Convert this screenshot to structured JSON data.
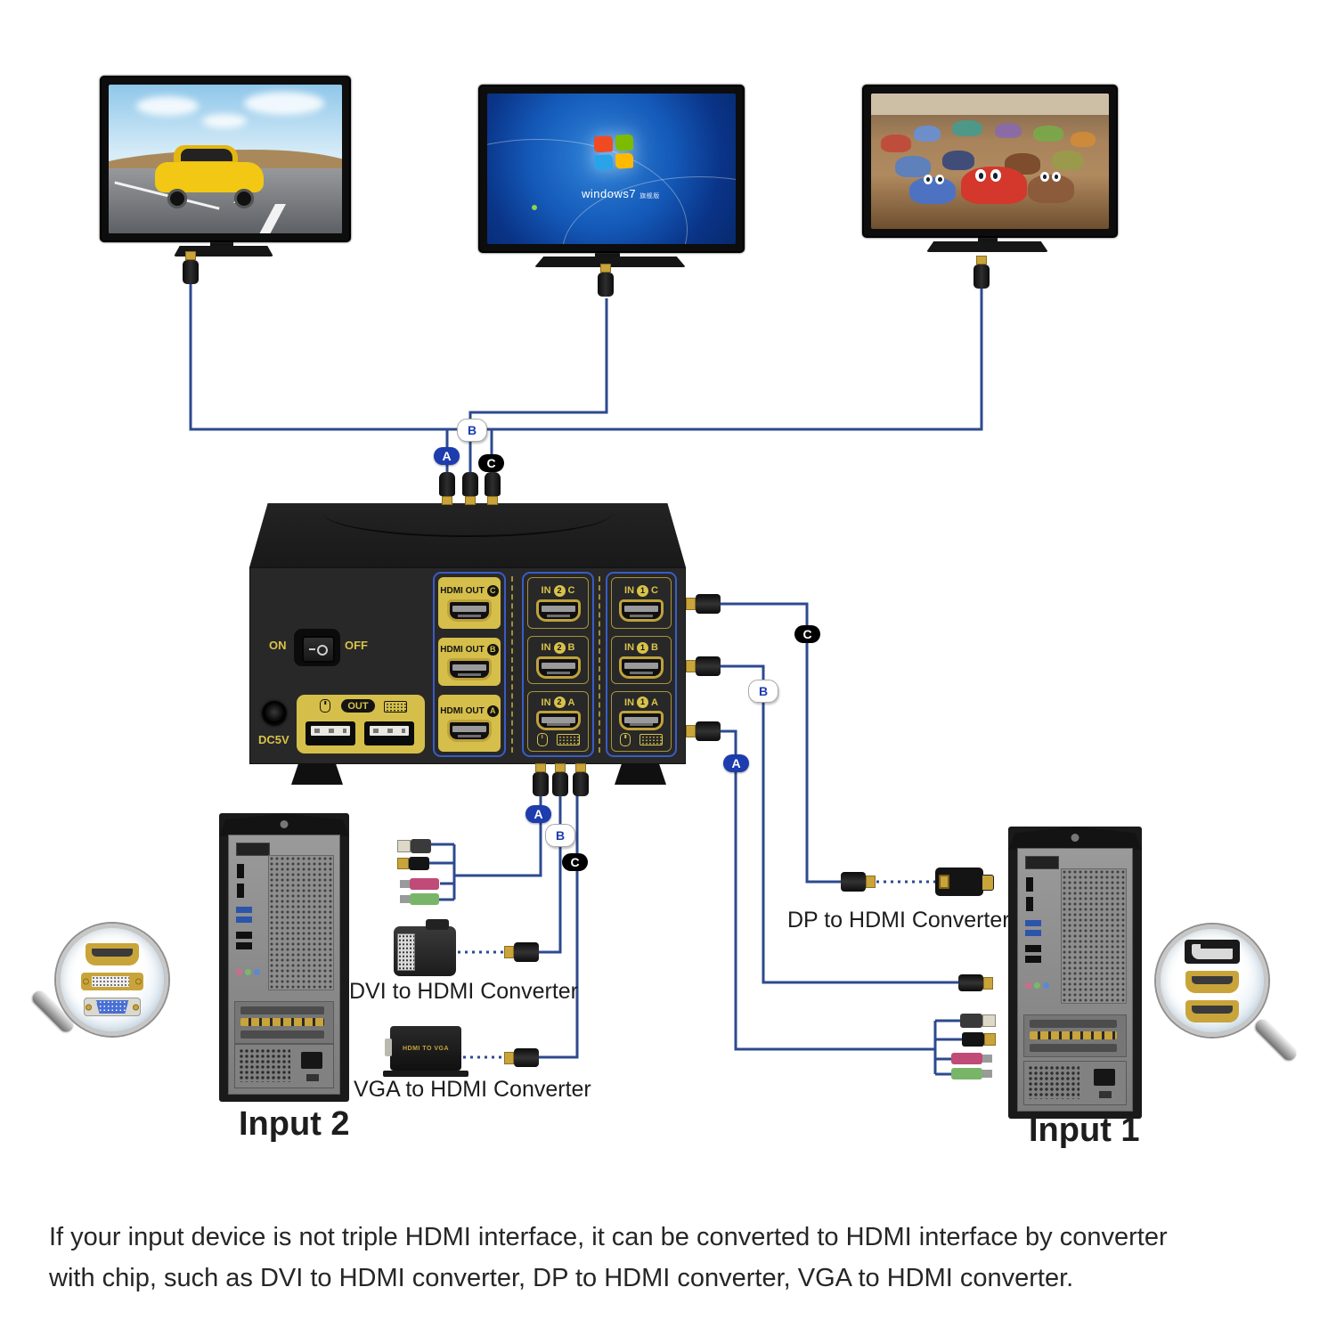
{
  "colors": {
    "cable": "#2d4a8f",
    "gold_text": "#d8c24a",
    "panel_yellow": "#d5bf4a",
    "column_blue": "#3b5cc4",
    "pill_blue": "#1d3cae"
  },
  "cable_labels": {
    "a": "A",
    "b": "B",
    "c": "C"
  },
  "monitors": {
    "left_screen": "sports-car-wallpaper",
    "middle_screen": "windows7-desktop",
    "right_screen": "cars-movie-scene",
    "windows_logo_text": "windows7",
    "windows_logo_suffix": "旗舰版"
  },
  "kvm": {
    "on": "ON",
    "off": "OFF",
    "dc": "DC5V",
    "usb_out": "OUT",
    "rows": [
      {
        "out_label": "HDMI OUT",
        "letter": "C",
        "in_label": "IN",
        "in2_num": "2",
        "in1_num": "1"
      },
      {
        "out_label": "HDMI OUT",
        "letter": "B",
        "in_label": "IN",
        "in2_num": "2",
        "in1_num": "1"
      },
      {
        "out_label": "HDMI OUT",
        "letter": "A",
        "in_label": "IN",
        "in2_num": "2",
        "in1_num": "1"
      }
    ]
  },
  "converters": {
    "dvi": "DVI to HDMI Converter",
    "vga": "VGA to HDMI Converter",
    "dp": "DP to HDMI Converter",
    "vga_box_text": "HDMI TO VGA"
  },
  "computers": {
    "left": "Input 2",
    "right": "Input 1"
  },
  "footer": {
    "line1": "If your input device is not triple HDMI interface, it can be converted to HDMI interface by converter",
    "line2": "with chip, such as DVI to HDMI converter, DP to HDMI converter, VGA to HDMI converter."
  }
}
